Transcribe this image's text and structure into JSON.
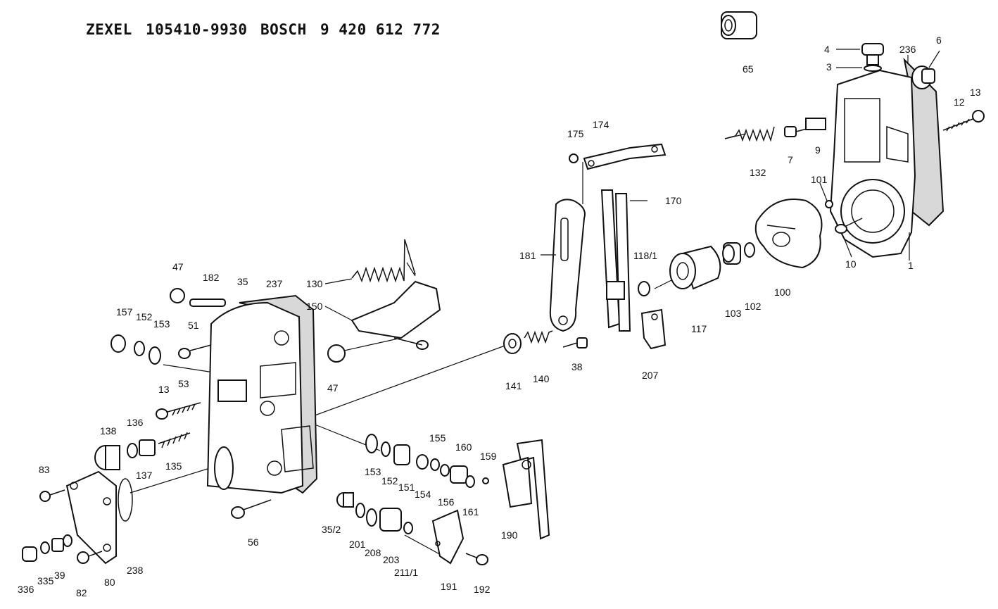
{
  "header": {
    "maker_a": "ZEXEL",
    "part_a": "105410-9930",
    "maker_b": "BOSCH",
    "part_b": "9 420 612 772"
  },
  "labels": {
    "p1": "1",
    "p3": "3",
    "p4": "4",
    "p6": "6",
    "p7": "7",
    "p9": "9",
    "p10": "10",
    "p12": "12",
    "p13a": "13",
    "p13b": "13",
    "p35": "35",
    "p35_2": "35/2",
    "p38": "38",
    "p39": "39",
    "p47a": "47",
    "p47b": "47",
    "p51": "51",
    "p53": "53",
    "p56": "56",
    "p65": "65",
    "p80": "80",
    "p82": "82",
    "p83": "83",
    "p100": "100",
    "p101": "101",
    "p102": "102",
    "p103": "103",
    "p117": "117",
    "p118_1": "118/1",
    "p130": "130",
    "p132": "132",
    "p135": "135",
    "p136": "136",
    "p137": "137",
    "p138": "138",
    "p140": "140",
    "p141": "141",
    "p150": "150",
    "p151": "151",
    "p152a": "152",
    "p152b": "152",
    "p153a": "153",
    "p153b": "153",
    "p154": "154",
    "p155": "155",
    "p156": "156",
    "p157": "157",
    "p159": "159",
    "p160": "160",
    "p161": "161",
    "p170": "170",
    "p174": "174",
    "p175": "175",
    "p181": "181",
    "p182": "182",
    "p190": "190",
    "p191": "191",
    "p192": "192",
    "p201": "201",
    "p203": "203",
    "p207": "207",
    "p208": "208",
    "p211_1": "211/1",
    "p236": "236",
    "p237": "237",
    "p238": "238",
    "p335": "335",
    "p336": "336"
  }
}
